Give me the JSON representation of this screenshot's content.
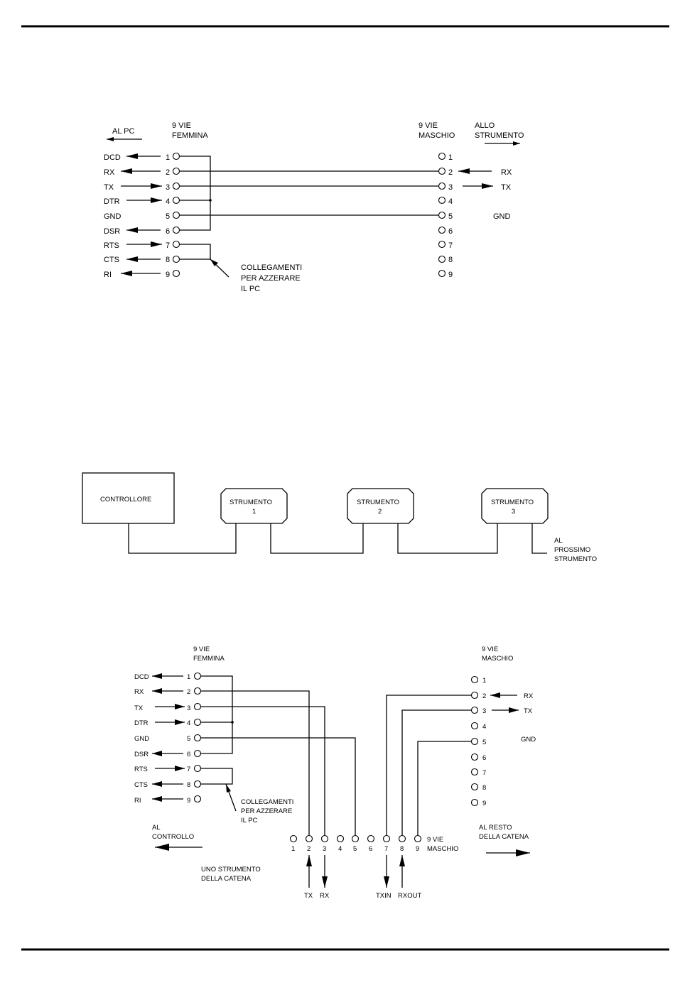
{
  "diagram1": {
    "left_group": "AL PC",
    "left_connector": [
      "9 VIE",
      "FEMMINA"
    ],
    "right_connector": [
      "9 VIE",
      "MASCHIO"
    ],
    "right_group": [
      "ALLO",
      "STRUMENTO"
    ],
    "left_signals": [
      "DCD",
      "RX",
      "TX",
      "DTR",
      "GND",
      "DSR",
      "RTS",
      "CTS",
      "RI"
    ],
    "left_pins": [
      "1",
      "2",
      "3",
      "4",
      "5",
      "6",
      "7",
      "8",
      "9"
    ],
    "right_pins": [
      "1",
      "2",
      "3",
      "4",
      "5",
      "6",
      "7",
      "8",
      "9"
    ],
    "right_signals": {
      "pin2": "RX",
      "pin3": "TX",
      "pin5": "GND"
    },
    "note": [
      "COLLEGAMENTI",
      "PER AZZERARE",
      "IL PC"
    ]
  },
  "diagram2": {
    "controller": "CONTROLLORE",
    "instruments": [
      {
        "label": "STRUMENTO",
        "num": "1"
      },
      {
        "label": "STRUMENTO",
        "num": "2"
      },
      {
        "label": "STRUMENTO",
        "num": "3"
      }
    ],
    "next": [
      "AL",
      "PROSSIMO",
      "STRUMENTO"
    ]
  },
  "diagram3": {
    "left_connector": [
      "9 VIE",
      "FEMMINA"
    ],
    "right_connector": [
      "9 VIE",
      "MASCHIO"
    ],
    "left_signals": [
      "DCD",
      "RX",
      "TX",
      "DTR",
      "GND",
      "DSR",
      "RTS",
      "CTS",
      "RI"
    ],
    "left_pins": [
      "1",
      "2",
      "3",
      "4",
      "5",
      "6",
      "7",
      "8",
      "9"
    ],
    "right_pins": [
      "1",
      "2",
      "3",
      "4",
      "5",
      "6",
      "7",
      "8",
      "9"
    ],
    "right_signals": {
      "pin2": "RX",
      "pin3": "TX",
      "pin5": "GND"
    },
    "note": [
      "COLLEGAMENTI",
      "PER AZZERARE",
      "IL PC"
    ],
    "bottom_pins": [
      "1",
      "2",
      "3",
      "4",
      "5",
      "6",
      "7",
      "8",
      "9"
    ],
    "bottom_connector": [
      "9 VIE",
      "MASCHIO"
    ],
    "to_control": [
      "AL",
      "CONTROLLO"
    ],
    "to_rest": [
      "AL RESTO",
      "DELLA CATENA"
    ],
    "instrument_caption": [
      "UNO STRUMENTO",
      "DELLA CATENA"
    ],
    "bottom_signals": {
      "tx": "TX",
      "rx": "RX",
      "txin": "TXIN",
      "rxout": "RXOUT"
    }
  }
}
